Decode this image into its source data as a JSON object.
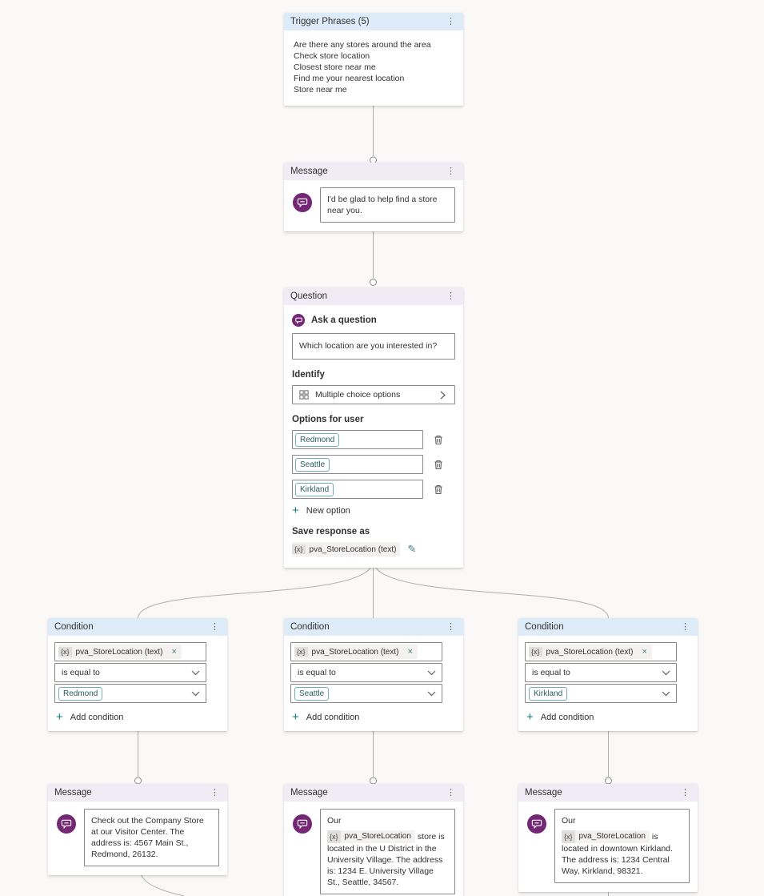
{
  "icons": {
    "kebab": "⋮",
    "plus": "+",
    "close": "×",
    "pencil": "✎"
  },
  "colors": {
    "canvas_bg": "#faf9f8",
    "blue_header": "#deecf9",
    "purple_header": "#f1ebf6",
    "brand_purple": "#742774",
    "connector": "#b3b0ad",
    "chip_teal_border": "#6fb0b4",
    "teal_action": "#117a80"
  },
  "trigger": {
    "title": "Trigger Phrases (5)",
    "phrases": [
      "Are there any stores around the area",
      "Check store location",
      "Closest store near me",
      "Find me your nearest location",
      "Store near me"
    ]
  },
  "intro_message": {
    "title": "Message",
    "text": "I'd be glad to help find a store near you."
  },
  "question": {
    "title": "Question",
    "ask_label": "Ask a question",
    "prompt": "Which location are you interested in?",
    "identify_label": "Identify",
    "identify_value": "Multiple choice options",
    "options_label": "Options for user",
    "options": [
      "Redmond",
      "Seattle",
      "Kirkland"
    ],
    "new_option_label": "New option",
    "save_response_label": "Save response as",
    "variable_token": "{x}",
    "variable_name": "pva_StoreLocation",
    "variable_type": "(text)"
  },
  "conditions": [
    {
      "title": "Condition",
      "variable_token": "{x}",
      "variable_label": "pva_StoreLocation (text)",
      "operator": "is equal to",
      "value": "Redmond",
      "add_label": "Add condition"
    },
    {
      "title": "Condition",
      "variable_token": "{x}",
      "variable_label": "pva_StoreLocation (text)",
      "operator": "is equal to",
      "value": "Seattle",
      "add_label": "Add condition"
    },
    {
      "title": "Condition",
      "variable_token": "{x}",
      "variable_label": "pva_StoreLocation (text)",
      "operator": "is equal to",
      "value": "Kirkland",
      "add_label": "Add condition"
    }
  ],
  "result_messages": [
    {
      "title": "Message",
      "text": "Check out the Company Store at our Visitor Center. The address is: 4567 Main St., Redmond, 26132."
    },
    {
      "title": "Message",
      "text_before": "Our",
      "variable_token": "{x}",
      "variable_name": "pva_StoreLocation",
      "text_after": "store is located in the U District in the University Village. The address is: 1234 E. University Village St., Seattle, 34567."
    },
    {
      "title": "Message",
      "text_before": "Our",
      "variable_token": "{x}",
      "variable_name": "pva_StoreLocation",
      "text_after": "is located in downtown Kirkland. The address is: 1234 Central Way, Kirkland, 98321."
    }
  ]
}
